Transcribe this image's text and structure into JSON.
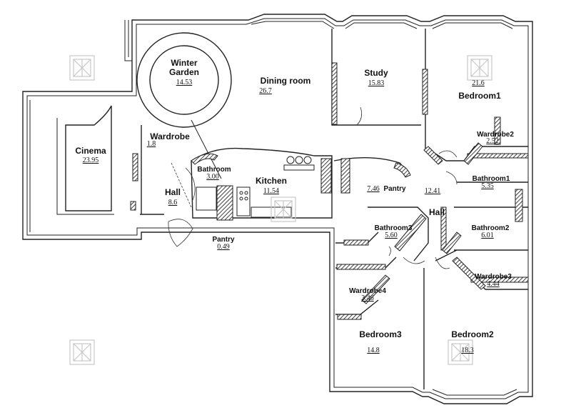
{
  "rooms": {
    "winter_garden": {
      "name_line1": "Winter",
      "name_line2": "Garden",
      "area": "14.53"
    },
    "dining_room": {
      "name": "Dining room",
      "area": "26.7"
    },
    "study": {
      "name": "Study",
      "area": "15.83"
    },
    "bedroom1": {
      "name": "Bedroom1",
      "area": "21.6"
    },
    "wardrobe2": {
      "name": "Wardrobe2",
      "area": "2.52"
    },
    "cinema": {
      "name": "Cinema",
      "area": "23.95"
    },
    "wardrobe": {
      "name": "Wardrobe",
      "area": "1.8"
    },
    "bathroom_main": {
      "name": "Bathroom",
      "area": "3.00"
    },
    "kitchen": {
      "name": "Kitchen",
      "area": "11.54"
    },
    "hall_left": {
      "name": "Hall",
      "area": "8.6"
    },
    "pantry_left": {
      "name": "Pantry",
      "area": "0.49"
    },
    "pantry_center": {
      "name": "Pantry",
      "area": "7.46"
    },
    "hall_center": {
      "name": "Hall",
      "area": "12.41"
    },
    "bathroom1": {
      "name": "Bathroom1",
      "area": "5.35"
    },
    "bathroom2": {
      "name": "Bathroom2",
      "area": "6.01"
    },
    "bathroom3": {
      "name": "Bathroom3",
      "area": "5.60"
    },
    "wardrobe3": {
      "name": "Wardrobe3",
      "area": "4.44"
    },
    "wardrobe4": {
      "name": "Wardrobe4",
      "area": "3.46"
    },
    "bedroom3": {
      "name": "Bedroom3",
      "area": "14.8"
    },
    "bedroom2": {
      "name": "Bedroom2",
      "area": "18.3"
    }
  },
  "watermark": {
    "icon": "logo-watermark-icon",
    "color": "#c8c8c8"
  },
  "colors": {
    "wall": "#222222",
    "background": "#ffffff"
  }
}
